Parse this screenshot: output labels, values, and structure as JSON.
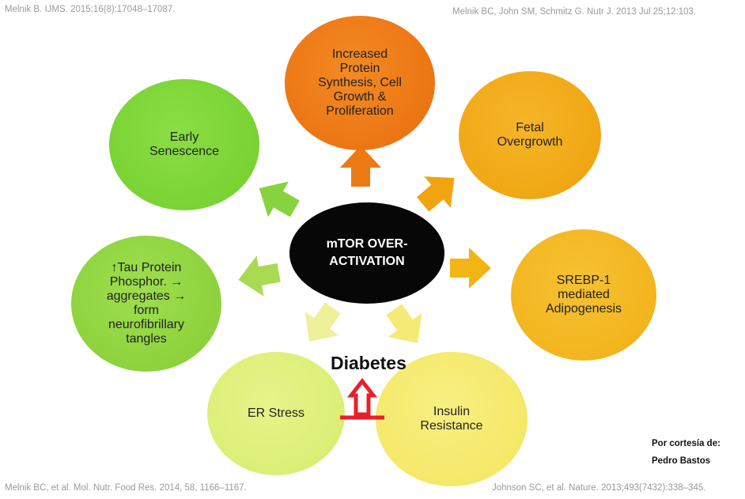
{
  "references": {
    "top_left": "Melnik B. IJMS. 2015;16(8):17048–17087.",
    "top_right": "Melnik BC, John SM, Schmitz G. Nutr J. 2013 Jul 25;12:103.",
    "bottom_left": "Melnik BC, et al. Mol. Nutr. Food Res. 2014, 58, 1166–1167.",
    "bottom_right": "Johnson SC, et al. Nature. 2013;493(7432):338–345."
  },
  "center": {
    "line1": "mTOR OVER-",
    "line2": "ACTIVATION"
  },
  "nodes": {
    "protein_synthesis": "Increased\nProtein\nSynthesis, Cell\nGrowth &\nProliferation",
    "fetal_overgrowth": "Fetal\nOvergrowth",
    "srebp": "SREBP-1\nmediated\nAdipogenesis",
    "insulin_resistance": "Insulin\nResistance",
    "er_stress": "ER Stress",
    "tau": "↑Tau Protein\nPhosphor. →\naggregates →\nform\nneurofibrillary\ntangles",
    "early_senescence": "Early\nSenescence"
  },
  "diabetes_label": "Diabetes",
  "credit": "Por cortesía de:\nPedro Bastos",
  "colors": {
    "orange": "#ee7a12",
    "amber": "#f1a40b",
    "yellow_orange": "#f3b617",
    "yellow": "#f4ea6b",
    "lime": "#d7ee6a",
    "green": "#7fd43a",
    "red_arrow": "#e8202a",
    "center": "#070707"
  }
}
